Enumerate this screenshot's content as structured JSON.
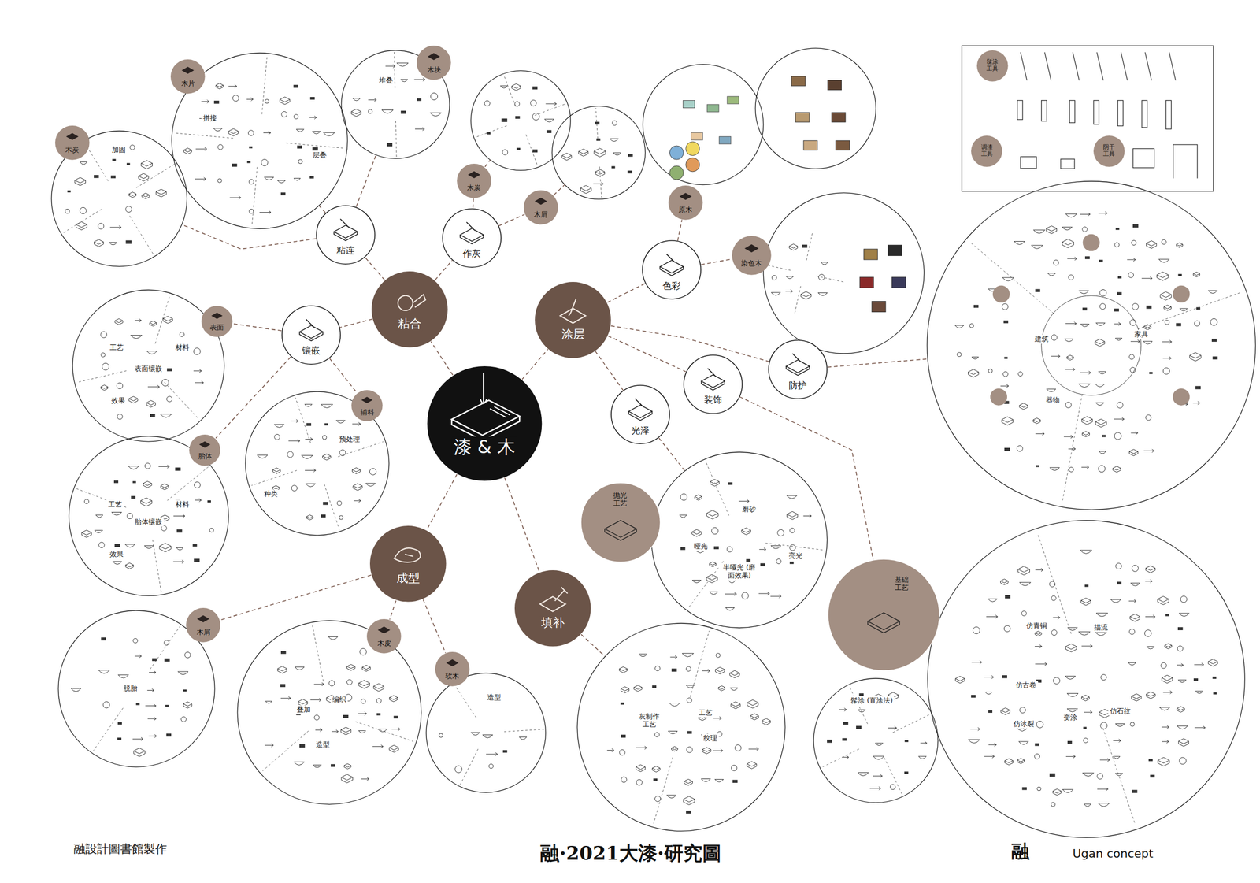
{
  "diagram": {
    "title": "融·2021大漆·研究圖",
    "nodes": [
      {
        "text": [
          "漆 & 木"
        ]
      },
      {
        "text": [
          "粘合"
        ]
      },
      {
        "text": [
          "涂层"
        ]
      },
      {
        "text": [
          "成型"
        ]
      },
      {
        "text": [
          "填补"
        ]
      },
      {
        "text": [
          "粘连"
        ]
      },
      {
        "text": [
          "作灰"
        ]
      },
      {
        "text": [
          "镶嵌"
        ]
      },
      {
        "text": [
          "色彩"
        ]
      },
      {
        "text": [
          "装饰"
        ]
      },
      {
        "text": [
          "防护"
        ]
      },
      {
        "text": [
          "光泽"
        ]
      },
      {
        "text": [
          "加固"
        ]
      },
      {
        "text": [
          "木炭"
        ]
      },
      {
        "text": [
          "拼接",
          "层叠"
        ]
      },
      {
        "text": [
          "木片"
        ]
      },
      {
        "text": [
          "堆叠"
        ]
      },
      {
        "text": [
          "木块"
        ]
      },
      {
        "text": [
          "木炭"
        ]
      },
      {
        "text": [
          "木屑"
        ]
      },
      {
        "text": [
          "原木"
        ]
      },
      {
        "text": [
          "染色木"
        ]
      },
      {
        "text": [
          "建筑",
          "家具",
          "器物"
        ]
      },
      {
        "text": [
          "工艺",
          "材料",
          "表面镶嵌",
          "效果"
        ]
      },
      {
        "text": [
          "表面"
        ]
      },
      {
        "text": [
          "种类",
          "预处理"
        ]
      },
      {
        "text": [
          "辅料"
        ]
      },
      {
        "text": [
          "工艺",
          "材料",
          "胎体镶嵌",
          "效果"
        ]
      },
      {
        "text": [
          "胎体"
        ]
      },
      {
        "text": [
          "磨砂",
          "哑光",
          "亮光",
          "半哑光 (磨面效果)"
        ]
      },
      {
        "text": [
          "抛光 工艺"
        ]
      },
      {
        "text": [
          "仿青铜",
          "描流",
          "仿古卷",
          "变涂",
          "仿石纹",
          "仿冰裂"
        ]
      },
      {
        "text": [
          "基础 工艺"
        ]
      },
      {
        "text": [
          "髹涂 (直涂法)"
        ]
      },
      {
        "text": [
          "灰制作 工艺",
          "工艺",
          "纹理"
        ]
      },
      {
        "text": [
          "脱胎"
        ]
      },
      {
        "text": [
          "木屑"
        ]
      },
      {
        "text": [
          "叠加",
          "编织",
          "造型"
        ]
      },
      {
        "text": [
          "木皮"
        ]
      },
      {
        "text": [
          "造型"
        ]
      },
      {
        "text": [
          "软木"
        ]
      },
      {
        "text": [
          "髹涂 工具"
        ]
      },
      {
        "text": [
          "调漆 工具"
        ]
      },
      {
        "text": [
          "阴干 工具"
        ]
      }
    ],
    "edges": [
      {
        "from": 0,
        "to": 1,
        "arrow": "none"
      },
      {
        "from": 0,
        "to": 2,
        "arrow": "none"
      },
      {
        "from": 0,
        "to": 3,
        "arrow": "none"
      },
      {
        "from": 0,
        "to": 4,
        "arrow": "none"
      },
      {
        "from": 1,
        "to": 5,
        "arrow": "none"
      },
      {
        "from": 1,
        "to": 6,
        "arrow": "none"
      },
      {
        "from": 1,
        "to": 7,
        "arrow": "none"
      },
      {
        "from": 5,
        "to": 12,
        "arrow": "none"
      },
      {
        "from": 5,
        "to": 14,
        "arrow": "none"
      },
      {
        "from": 5,
        "to": 16,
        "arrow": "none"
      },
      {
        "from": 6,
        "to": 18,
        "arrow": "none"
      },
      {
        "from": 6,
        "to": 19,
        "arrow": "none"
      },
      {
        "from": 7,
        "to": 24,
        "arrow": "none"
      },
      {
        "from": 7,
        "to": 26,
        "arrow": "none"
      },
      {
        "from": 7,
        "to": 28,
        "arrow": "none"
      },
      {
        "from": 2,
        "to": 8,
        "arrow": "none"
      },
      {
        "from": 2,
        "to": 9,
        "arrow": "none"
      },
      {
        "from": 2,
        "to": 10,
        "arrow": "none"
      },
      {
        "from": 2,
        "to": 11,
        "arrow": "none"
      },
      {
        "from": 8,
        "to": 20,
        "arrow": "none"
      },
      {
        "from": 8,
        "to": 21,
        "arrow": "none"
      },
      {
        "from": 10,
        "to": 22,
        "arrow": "none"
      },
      {
        "from": 9,
        "to": 32,
        "arrow": "none"
      },
      {
        "from": 11,
        "to": 29,
        "arrow": "none"
      },
      {
        "from": 3,
        "to": 36,
        "arrow": "none"
      },
      {
        "from": 3,
        "to": 38,
        "arrow": "none"
      },
      {
        "from": 3,
        "to": 40,
        "arrow": "none"
      },
      {
        "from": 4,
        "to": 34,
        "arrow": "none"
      }
    ],
    "labels": [
      "融設計圖書館製作",
      "融",
      "Ugan concept"
    ]
  }
}
